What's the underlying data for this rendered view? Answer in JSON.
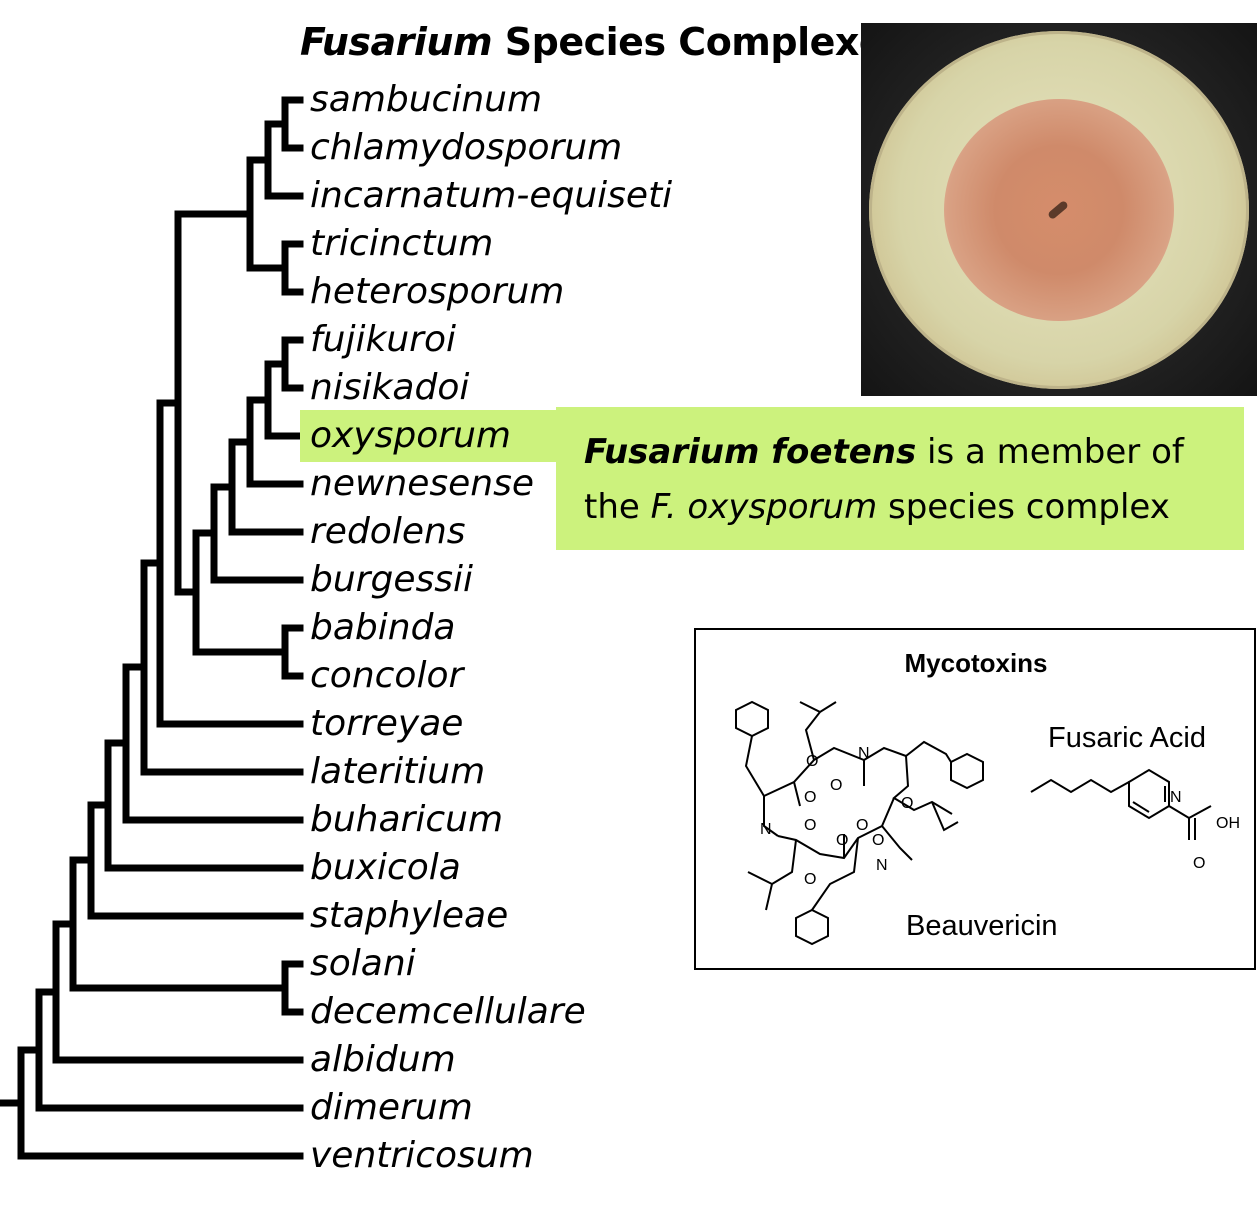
{
  "title": {
    "genus": "Fusarium",
    "rest": " Species Complexes"
  },
  "taxa": [
    "sambucinum",
    "chlamydosporum",
    "incarnatum-equiseti",
    "tricinctum",
    "heterosporum",
    "fujikuroi",
    "nisikadoi",
    "oxysporum",
    "newnesense",
    "redolens",
    "burgessii",
    "babinda",
    "concolor",
    "torreyae",
    "lateritium",
    "buharicum",
    "buxicola",
    "staphyleae",
    "solani",
    "decemcellulare",
    "albidum",
    "dimerum",
    "ventricosum"
  ],
  "highlight_taxon": "oxysporum",
  "callout": {
    "bold": "Fusarium foetens",
    "rest1": " is a member of",
    "line2a": "the ",
    "line2b": "F. oxysporum",
    "line2c": " species complex"
  },
  "colors": {
    "highlight": "#ccf27d",
    "line": "#000000"
  },
  "mycotoxins": {
    "title": "Mycotoxins",
    "fusaric_acid": "Fusaric Acid",
    "beauvericin": "Beauvericin",
    "atoms": {
      "O": "O",
      "N": "N",
      "OH": "OH"
    }
  },
  "photo": {
    "description_icon": "petri-dish-photo"
  }
}
